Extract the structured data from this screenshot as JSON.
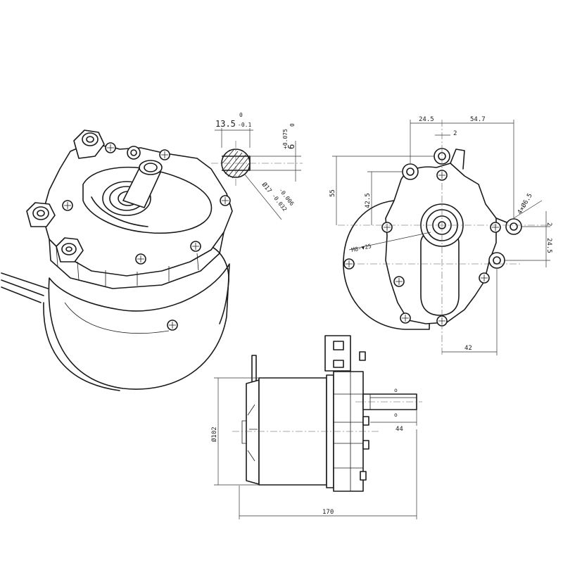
{
  "colors": {
    "line": "#1a1a1a",
    "background": "#ffffff"
  },
  "shaft_section": {
    "width_label": "13.5",
    "width_tol_upper": "0",
    "width_tol_lower": "-0.1",
    "thickness_label": "6",
    "thickness_tol_upper": "+0.075",
    "thickness_tol_lower": "0",
    "diameter_label": "Ø17",
    "diameter_tol_upper": "-0.006",
    "diameter_tol_lower": "-0.032"
  },
  "front_view": {
    "dim_left": "24.5",
    "dim_right": "54.7",
    "dim_offset_top": "2",
    "dim_height": "55",
    "dim_height_inner": "42.5",
    "dim_holes": "4×Ø6.5",
    "dim_offset_right": "2",
    "dim_right_lower": "24.5",
    "dim_bottom": "42",
    "thread_label": "M8-▼25"
  },
  "side_view": {
    "dim_diameter": "Ø102",
    "dim_shaft": "44",
    "dim_length": "170"
  }
}
